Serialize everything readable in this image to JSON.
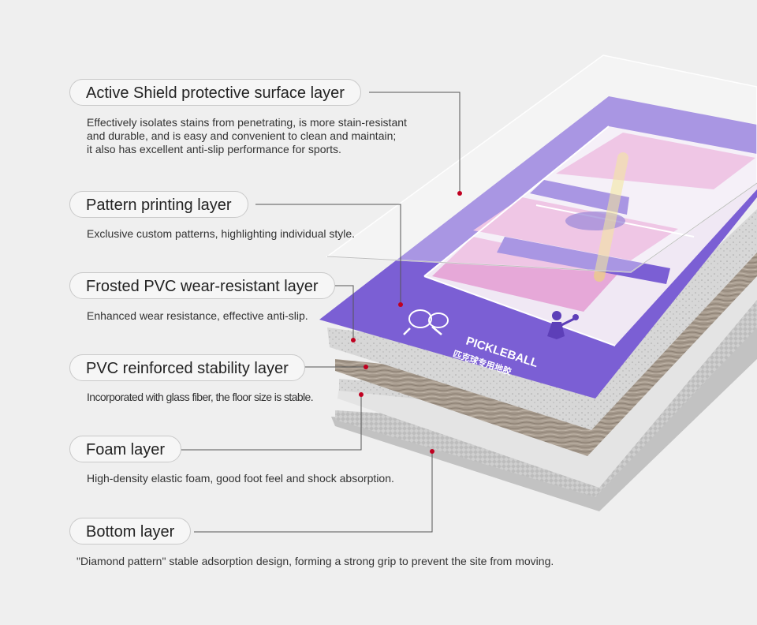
{
  "layers": [
    {
      "title": "Active Shield protective surface layer",
      "desc": "Effectively isolates stains from penetrating, is more stain-resistant\nand durable, and is easy and convenient to clean and maintain;\nit also has excellent anti-slip performance for sports."
    },
    {
      "title": "Pattern printing layer",
      "desc": "Exclusive custom patterns, highlighting individual style."
    },
    {
      "title": "Frosted PVC wear-resistant layer",
      "desc": "Enhanced wear resistance, effective anti-slip."
    },
    {
      "title": "PVC reinforced stability layer",
      "desc": "Incorporated with glass fiber, the floor size is stable."
    },
    {
      "title": "Foam layer",
      "desc": "High-density elastic foam, good foot feel and shock absorption."
    },
    {
      "title": "Bottom layer",
      "desc": "\"Diamond pattern\" stable adsorption design, forming a strong grip to prevent the site from moving."
    }
  ],
  "court_print": {
    "brand": "PICKLEBALL",
    "subtitle": "匹克球专用地胶"
  },
  "colors": {
    "background": "#efefef",
    "court_purple": "#7b5fd4",
    "court_pink": "#e6a8d8",
    "leader_line": "#555555",
    "leader_dot": "#c00020"
  }
}
